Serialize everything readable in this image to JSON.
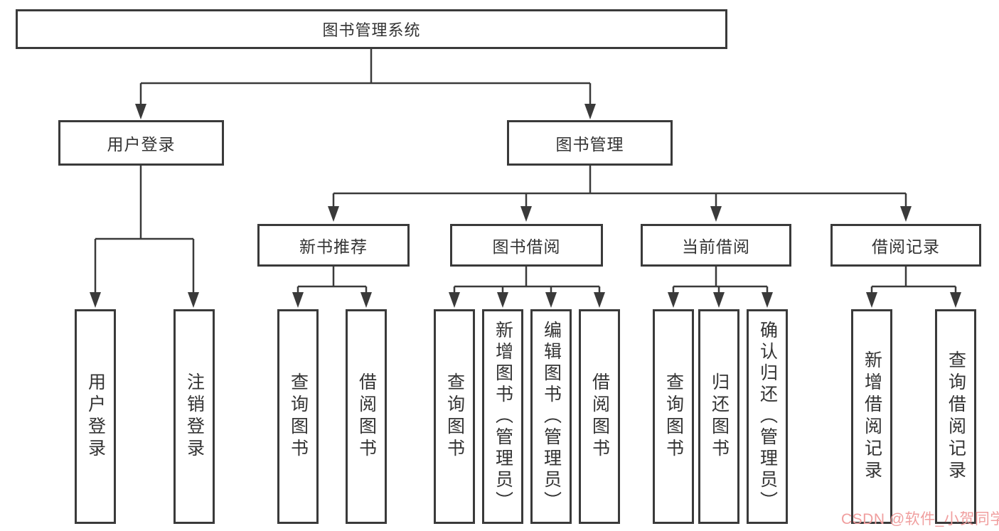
{
  "diagram": {
    "root": {
      "label": "图书管理系统"
    },
    "level2": [
      {
        "label": "用户登录"
      },
      {
        "label": "图书管理"
      }
    ],
    "level3": [
      {
        "label": "新书推荐"
      },
      {
        "label": "图书借阅"
      },
      {
        "label": "当前借阅"
      },
      {
        "label": "借阅记录"
      }
    ],
    "leaves": {
      "user": [
        "用户登录",
        "注销登录"
      ],
      "recommend": [
        "查询图书",
        "借阅图书"
      ],
      "borrow": [
        "查询图书",
        "新增图书（管理员）",
        "编辑图书（管理员）",
        "借阅图书"
      ],
      "current": [
        "查询图书",
        "归还图书",
        "确认归还（管理员）"
      ],
      "records": [
        "新增借阅记录",
        "查询借阅记录"
      ]
    }
  },
  "watermark": {
    "text": "CSDN @软件_小贺同学",
    "color": "#f09e9e"
  },
  "colors": {
    "line": "#3a3a3a",
    "text": "#333333",
    "background": "#ffffff"
  }
}
